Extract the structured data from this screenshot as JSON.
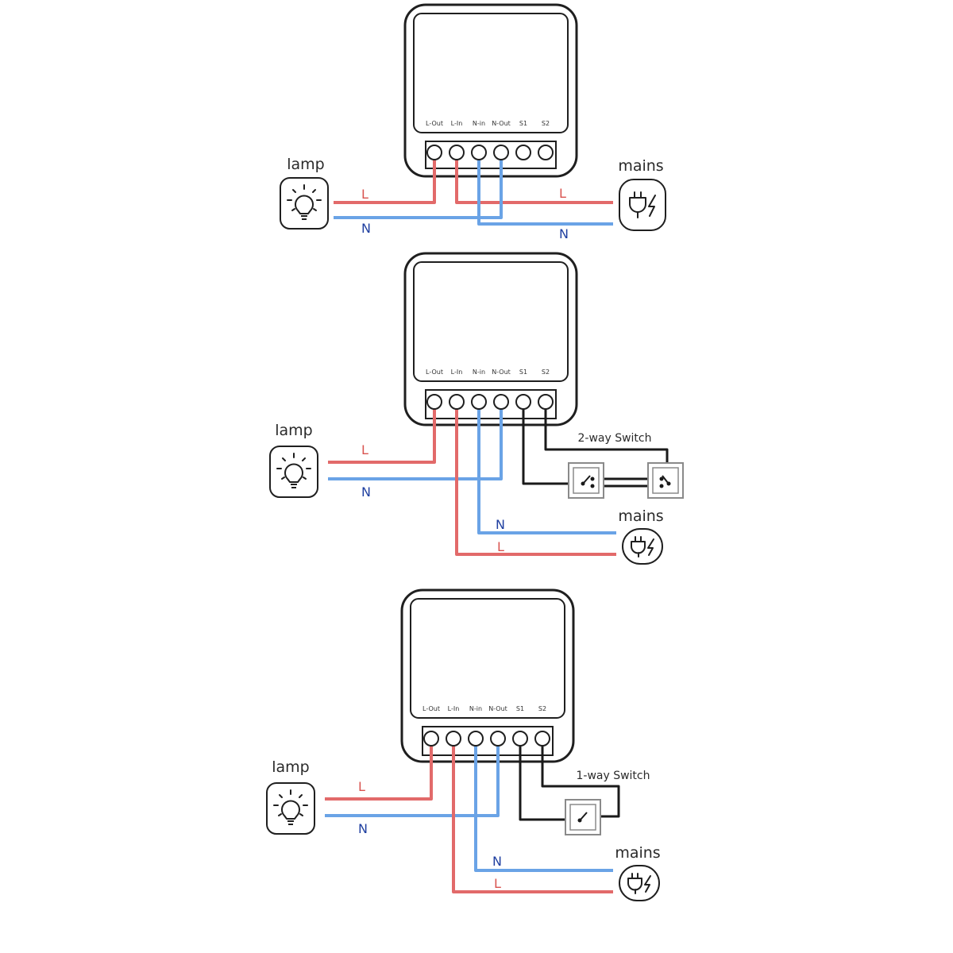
{
  "colors": {
    "live": "#e26a6a",
    "neutral": "#6aa3e6",
    "switch_wire": "#1a1a1a",
    "outline": "#1f1f1f",
    "live_label": "#d9534f",
    "neutral_label": "#1f3fa0"
  },
  "icons": {
    "lamp": "lightbulb-icon",
    "mains": "power-plug-icon",
    "switch": "wall-switch-icon"
  },
  "terminals": [
    "L-Out",
    "L-In",
    "N-in",
    "N-Out",
    "S1",
    "S2"
  ],
  "diagrams": [
    {
      "id": "direct",
      "lamp_label": "lamp",
      "mains_label": "mains",
      "wire_labels": {
        "lamp_live": "L",
        "lamp_neutral": "N",
        "mains_live": "L",
        "mains_neutral": "N"
      }
    },
    {
      "id": "two-way",
      "lamp_label": "lamp",
      "mains_label": "mains",
      "switch_label": "2-way Switch",
      "wire_labels": {
        "lamp_live": "L",
        "lamp_neutral": "N",
        "mains_live": "L",
        "mains_neutral": "N"
      }
    },
    {
      "id": "one-way",
      "lamp_label": "lamp",
      "mains_label": "mains",
      "switch_label": "1-way Switch",
      "wire_labels": {
        "lamp_live": "L",
        "lamp_neutral": "N",
        "mains_live": "L",
        "mains_neutral": "N"
      }
    }
  ]
}
